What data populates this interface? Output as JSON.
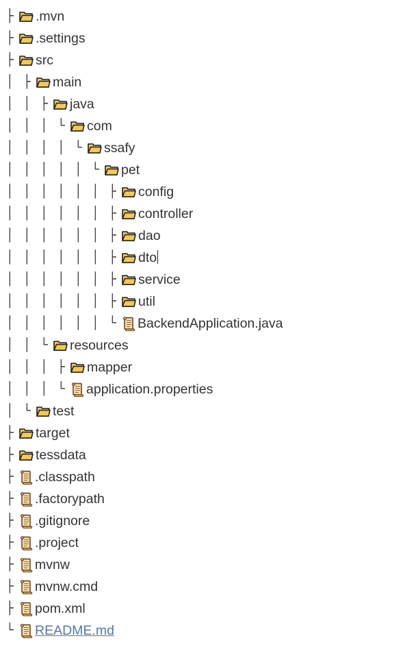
{
  "tree": [
    {
      "name": ".mvn",
      "type": "folder",
      "prefix": [
        "├"
      ]
    },
    {
      "name": ".settings",
      "type": "folder",
      "prefix": [
        "├"
      ]
    },
    {
      "name": "src",
      "type": "folder",
      "prefix": [
        "├"
      ]
    },
    {
      "name": "main",
      "type": "folder",
      "prefix": [
        "│",
        "├"
      ]
    },
    {
      "name": "java",
      "type": "folder",
      "prefix": [
        "│",
        "│",
        "├"
      ]
    },
    {
      "name": "com",
      "type": "folder",
      "prefix": [
        "│",
        "│",
        "│",
        "└"
      ]
    },
    {
      "name": "ssafy",
      "type": "folder",
      "prefix": [
        "│",
        "│",
        "│",
        "│",
        "└"
      ]
    },
    {
      "name": "pet",
      "type": "folder",
      "prefix": [
        "│",
        "│",
        "│",
        "│",
        "│",
        "└"
      ]
    },
    {
      "name": "config",
      "type": "folder",
      "prefix": [
        "│",
        "│",
        "│",
        "│",
        "│",
        "│",
        "├"
      ]
    },
    {
      "name": "controller",
      "type": "folder",
      "prefix": [
        "│",
        "│",
        "│",
        "│",
        "│",
        "│",
        "├"
      ]
    },
    {
      "name": "dao",
      "type": "folder",
      "prefix": [
        "│",
        "│",
        "│",
        "│",
        "│",
        "│",
        "├"
      ]
    },
    {
      "name": "dto",
      "type": "folder",
      "prefix": [
        "│",
        "│",
        "│",
        "│",
        "│",
        "│",
        "├"
      ],
      "caret": true
    },
    {
      "name": "service",
      "type": "folder",
      "prefix": [
        "│",
        "│",
        "│",
        "│",
        "│",
        "│",
        "├"
      ]
    },
    {
      "name": "util",
      "type": "folder",
      "prefix": [
        "│",
        "│",
        "│",
        "│",
        "│",
        "│",
        "├"
      ]
    },
    {
      "name": "BackendApplication.java",
      "type": "file",
      "prefix": [
        "│",
        "│",
        "│",
        "│",
        "│",
        "│",
        "└"
      ]
    },
    {
      "name": "resources",
      "type": "folder",
      "prefix": [
        "│",
        "│",
        "└"
      ]
    },
    {
      "name": "mapper",
      "type": "folder",
      "prefix": [
        "│",
        "│",
        "│",
        "├"
      ]
    },
    {
      "name": "application.properties",
      "type": "file",
      "prefix": [
        "│",
        "│",
        "│",
        "└"
      ]
    },
    {
      "name": "test",
      "type": "folder",
      "prefix": [
        "│",
        "└"
      ]
    },
    {
      "name": "target",
      "type": "folder",
      "prefix": [
        "├"
      ]
    },
    {
      "name": "tessdata",
      "type": "folder",
      "prefix": [
        "├"
      ]
    },
    {
      "name": ".classpath",
      "type": "file",
      "prefix": [
        "├"
      ]
    },
    {
      "name": ".factorypath",
      "type": "file",
      "prefix": [
        "├"
      ]
    },
    {
      "name": ".gitignore",
      "type": "file",
      "prefix": [
        "├"
      ]
    },
    {
      "name": ".project",
      "type": "file",
      "prefix": [
        "├"
      ]
    },
    {
      "name": "mvnw",
      "type": "file",
      "prefix": [
        "├"
      ]
    },
    {
      "name": "mvnw.cmd",
      "type": "file",
      "prefix": [
        "├"
      ]
    },
    {
      "name": "pom.xml",
      "type": "file",
      "prefix": [
        "├"
      ]
    },
    {
      "name": "README.md",
      "type": "file",
      "prefix": [
        "└"
      ],
      "link": true
    }
  ],
  "colors": {
    "folder_fill": "#f7c84f",
    "folder_stroke": "#1e1e1e",
    "scroll_fill": "#f2dcae",
    "scroll_stroke": "#6b3c12",
    "link": "#4a7bbf"
  },
  "icons": {
    "folder": "folder-icon",
    "file": "scroll-file-icon"
  }
}
